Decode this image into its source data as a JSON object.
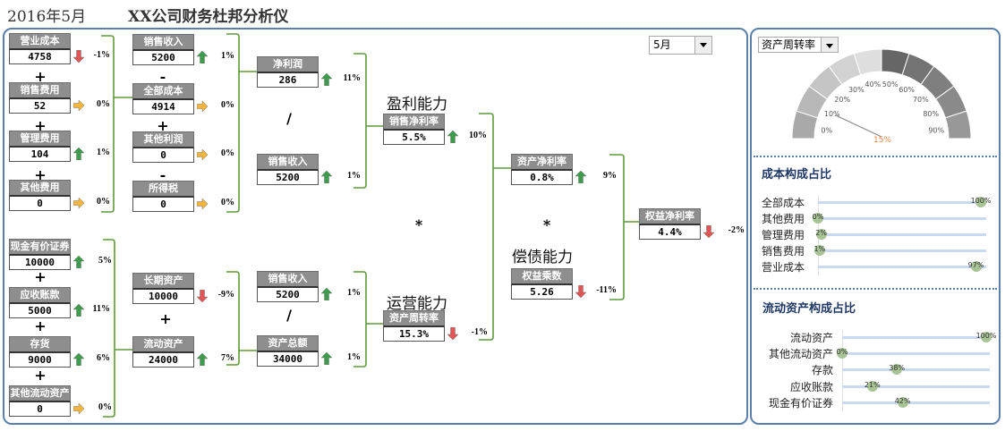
{
  "header": {
    "date": "2016年5月",
    "title": "XX公司财务杜邦分析仪"
  },
  "month_select": {
    "value": "5月"
  },
  "sections": {
    "profit": "盈利能力",
    "operation": "运营能力",
    "solvency": "偿债能力"
  },
  "operators": {
    "plus": "+",
    "minus": "-",
    "divide": "/",
    "multiply": "*"
  },
  "nodes": {
    "yycb": {
      "label": "营业成本",
      "value": "4758",
      "trend": "down",
      "change": "-1%"
    },
    "xsfy": {
      "label": "销售费用",
      "value": "52",
      "trend": "flat",
      "change": "0%"
    },
    "glfy": {
      "label": "管理费用",
      "value": "104",
      "trend": "up",
      "change": "1%"
    },
    "qtfy": {
      "label": "其他费用",
      "value": "0",
      "trend": "flat",
      "change": "0%"
    },
    "xssr1": {
      "label": "销售收入",
      "value": "5200",
      "trend": "up",
      "change": "1%"
    },
    "qbcb": {
      "label": "全部成本",
      "value": "4914",
      "trend": "flat",
      "change": "0%"
    },
    "qtlr": {
      "label": "其他利润",
      "value": "0",
      "trend": "flat",
      "change": "0%"
    },
    "sds": {
      "label": "所得税",
      "value": "0",
      "trend": "flat",
      "change": "0%"
    },
    "jlr": {
      "label": "净利润",
      "value": "286",
      "trend": "up",
      "change": "11%"
    },
    "xssr2": {
      "label": "销售收入",
      "value": "5200",
      "trend": "up",
      "change": "1%"
    },
    "xsjll": {
      "label": "销售净利率",
      "value": "5.5%",
      "trend": "up",
      "change": "10%"
    },
    "zcjll": {
      "label": "资产净利率",
      "value": "0.8%",
      "trend": "up",
      "change": "9%"
    },
    "qycs": {
      "label": "权益乘数",
      "value": "5.26",
      "trend": "down",
      "change": "-11%"
    },
    "qyjll": {
      "label": "权益净利率",
      "value": "4.4%",
      "trend": "down",
      "change": "-2%"
    },
    "zczzl": {
      "label": "资产周转率",
      "value": "15.3%",
      "trend": "down",
      "change": "-1%"
    },
    "xjyj": {
      "label": "现金有价证券",
      "value": "10000",
      "trend": "up",
      "change": "5%"
    },
    "yszk": {
      "label": "应收账款",
      "value": "5000",
      "trend": "up",
      "change": "11%"
    },
    "ch": {
      "label": "存货",
      "value": "9000",
      "trend": "up",
      "change": "6%"
    },
    "qtld": {
      "label": "其他流动资产",
      "value": "0",
      "trend": "flat",
      "change": "0%"
    },
    "cqzc": {
      "label": "长期资产",
      "value": "10000",
      "trend": "down",
      "change": "-9%"
    },
    "ldzc": {
      "label": "流动资产",
      "value": "24000",
      "trend": "up",
      "change": "7%"
    },
    "xssr3": {
      "label": "销售收入",
      "value": "5200",
      "trend": "up",
      "change": "1%"
    },
    "zcze": {
      "label": "资产总额",
      "value": "34000",
      "trend": "up",
      "change": "1%"
    }
  },
  "colors": {
    "up": "#3e9a4c",
    "down": "#e05555",
    "flat": "#f5b43c",
    "bracket": "#5e9a3a",
    "border": "#5b7fa8",
    "dot": "#a8c496",
    "bar": "#c9daf0"
  },
  "gauge": {
    "select": "资产周转率",
    "ticks": [
      "0%",
      "10%",
      "20%",
      "30%",
      "40%",
      "50%",
      "60%",
      "70%",
      "80%",
      "90%"
    ],
    "value": 15,
    "value_label": "15%"
  },
  "cost_chart": {
    "title": "成本构成占比",
    "type": "lollipop",
    "rows": [
      {
        "label": "全部成本",
        "value": 100,
        "text": "100%"
      },
      {
        "label": "其他费用",
        "value": 0,
        "text": "0%"
      },
      {
        "label": "管理费用",
        "value": 2,
        "text": "2%"
      },
      {
        "label": "销售费用",
        "value": 1,
        "text": "1%"
      },
      {
        "label": "营业成本",
        "value": 97,
        "text": "97%"
      }
    ]
  },
  "asset_chart": {
    "title": "流动资产构成占比",
    "type": "lollipop",
    "rows": [
      {
        "label": "流动资产",
        "value": 100,
        "text": "100%"
      },
      {
        "label": "其他流动资产",
        "value": 0,
        "text": "0%"
      },
      {
        "label": "存款",
        "value": 38,
        "text": "38%"
      },
      {
        "label": "应收账款",
        "value": 21,
        "text": "21%"
      },
      {
        "label": "现金有价证券",
        "value": 42,
        "text": "42%"
      }
    ]
  }
}
